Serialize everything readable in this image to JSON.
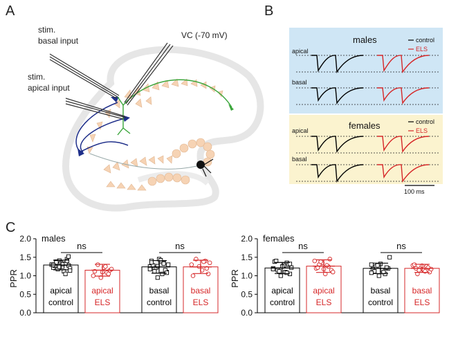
{
  "panels": {
    "A": {
      "letter": "A",
      "labels": {
        "stim_basal_1": "stim.",
        "stim_basal_2": "basal input",
        "stim_apical_1": "stim.",
        "stim_apical_2": "apical input",
        "vc": "VC (-70 mV)"
      }
    },
    "B": {
      "letter": "B",
      "males": {
        "title": "males",
        "legend_control": "control",
        "legend_els": "ELS",
        "row_apical": "apical",
        "row_basal": "basal"
      },
      "females": {
        "title": "females",
        "legend_control": "control",
        "legend_els": "ELS",
        "row_apical": "apical",
        "row_basal": "basal"
      },
      "scalebar": "100 ms"
    },
    "C": {
      "letter": "C"
    }
  },
  "colors": {
    "control": "#000000",
    "els": "#d62728",
    "males_bg": "#cfe6f5",
    "females_bg": "#fbf3cf",
    "cell_fill": "#f6d3b4",
    "dendrite_blue": "#1f2f8a",
    "dendrite_green": "#3aa53a"
  },
  "chart_data": [
    {
      "type": "bar",
      "title": "males",
      "ylabel": "PPR",
      "ylim": [
        0.0,
        2.0
      ],
      "yticks": [
        "0.0",
        "0.5",
        "1.0",
        "1.5",
        "2.0"
      ],
      "categories": [
        {
          "line1": "apical",
          "line2": "control",
          "group": "control"
        },
        {
          "line1": "apical",
          "line2": "ELS",
          "group": "els"
        },
        {
          "line1": "basal",
          "line2": "control",
          "group": "control"
        },
        {
          "line1": "basal",
          "line2": "ELS",
          "group": "els"
        }
      ],
      "values": [
        1.29,
        1.15,
        1.24,
        1.24
      ],
      "errors": [
        0.13,
        0.16,
        0.17,
        0.18
      ],
      "points": [
        [
          1.3,
          1.28,
          1.33,
          1.25,
          1.41,
          1.38,
          1.22,
          1.2,
          1.45,
          1.12,
          1.35,
          1.18,
          1.27,
          1.3,
          1.52,
          1.05,
          1.31,
          1.24,
          1.36,
          1.29,
          1.14,
          1.4
        ],
        [
          1.0,
          1.15,
          1.08,
          1.22,
          0.95,
          1.3,
          1.12,
          1.18,
          1.05,
          1.25,
          1.1
        ],
        [
          1.25,
          1.1,
          1.35,
          1.38,
          0.95,
          1.2,
          1.4,
          1.3,
          1.15,
          1.05,
          1.45,
          1.22,
          1.28,
          1.18,
          1.08,
          1.33,
          1.42,
          1.26,
          1.12,
          1.36
        ],
        [
          1.3,
          1.05,
          1.4,
          1.15,
          1.25,
          1.45,
          1.0,
          1.35,
          1.2,
          1.38
        ]
      ],
      "significance": [
        {
          "pair": [
            0,
            1
          ],
          "text": "ns"
        },
        {
          "pair": [
            2,
            3
          ],
          "text": "ns"
        }
      ]
    },
    {
      "type": "bar",
      "title": "females",
      "ylabel": "PPR",
      "ylim": [
        0.0,
        2.0
      ],
      "yticks": [
        "0.0",
        "0.5",
        "1.0",
        "1.5",
        "2.0"
      ],
      "categories": [
        {
          "line1": "apical",
          "line2": "control",
          "group": "control"
        },
        {
          "line1": "apical",
          "line2": "ELS",
          "group": "els"
        },
        {
          "line1": "basal",
          "line2": "control",
          "group": "control"
        },
        {
          "line1": "basal",
          "line2": "ELS",
          "group": "els"
        }
      ],
      "values": [
        1.21,
        1.26,
        1.2,
        1.2
      ],
      "errors": [
        0.15,
        0.17,
        0.14,
        0.11
      ],
      "points": [
        [
          1.2,
          1.05,
          1.35,
          1.28,
          1.0,
          1.15,
          1.38,
          1.22,
          1.3,
          1.1,
          1.25,
          1.12,
          1.4,
          1.18,
          1.32,
          1.08
        ],
        [
          1.4,
          1.15,
          1.25,
          1.05,
          1.35,
          1.3,
          1.2,
          1.1,
          1.45,
          1.28,
          1.18,
          1.38,
          1.22
        ],
        [
          1.3,
          1.2,
          1.05,
          1.15,
          1.0,
          1.25,
          1.18,
          1.5,
          1.22,
          1.1,
          1.32,
          1.28,
          1.12,
          1.08
        ],
        [
          1.28,
          1.1,
          1.25,
          1.15,
          1.2,
          1.05,
          1.3,
          1.18,
          1.22,
          1.12,
          1.27,
          1.15,
          1.2
        ]
      ],
      "significance": [
        {
          "pair": [
            0,
            1
          ],
          "text": "ns"
        },
        {
          "pair": [
            2,
            3
          ],
          "text": "ns"
        }
      ]
    }
  ]
}
